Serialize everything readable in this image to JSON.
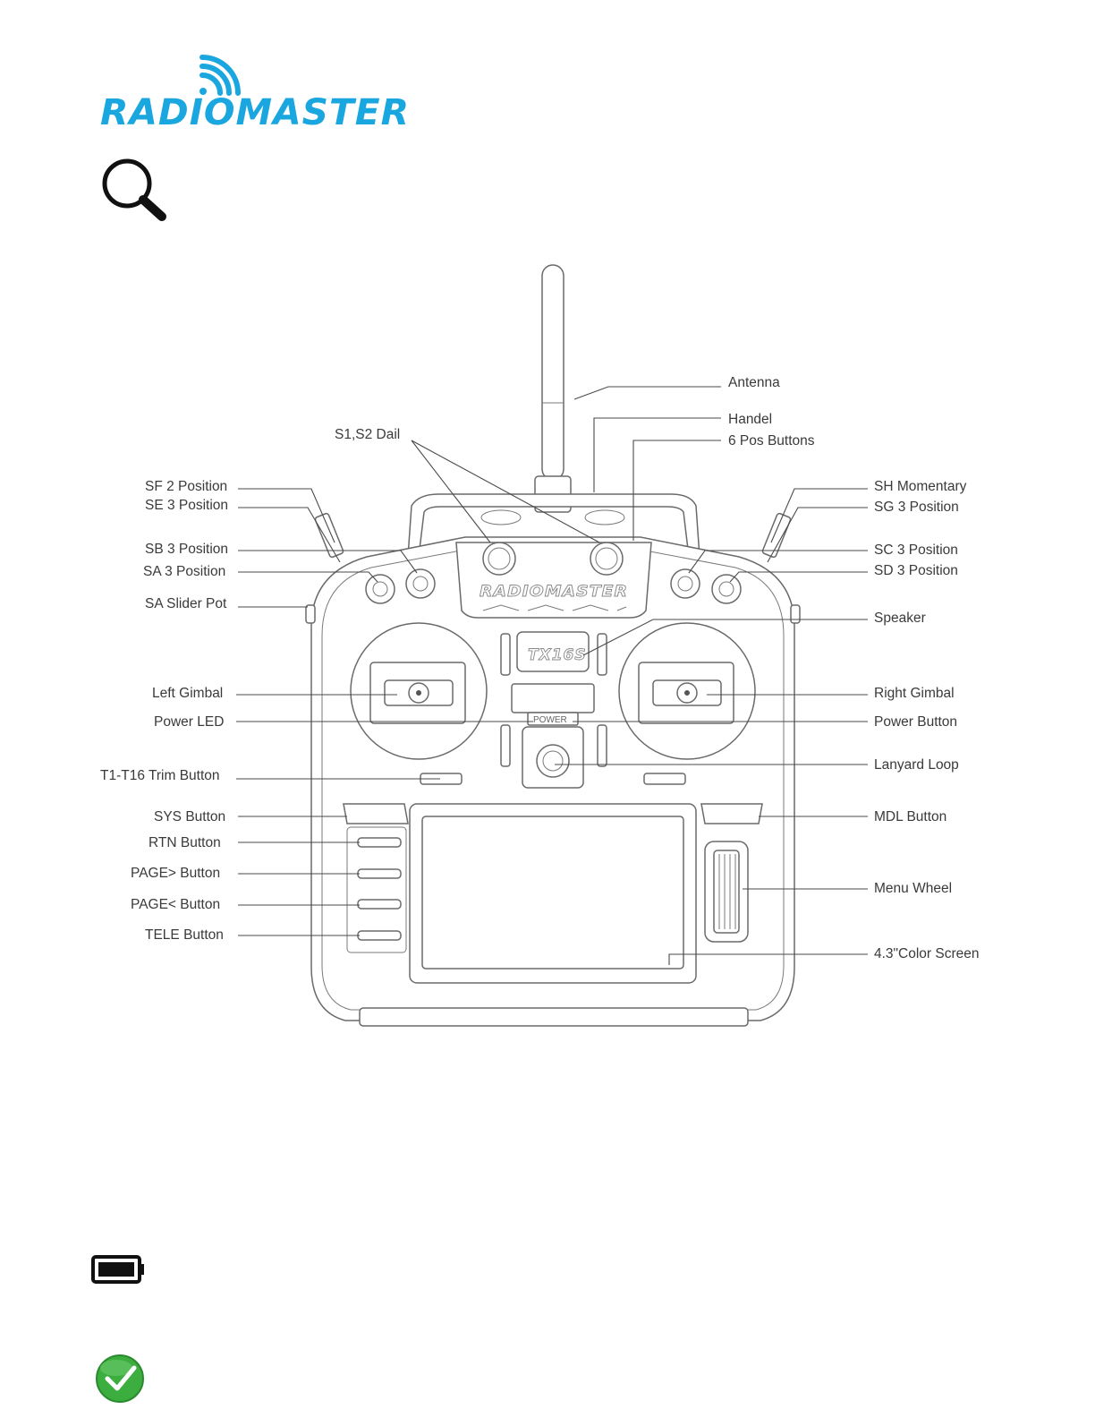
{
  "brand": {
    "logo_text": "RADIOMASTER",
    "device_badge": "TX16S",
    "body_logo": "RADIOMASTER",
    "power_text": "POWER",
    "colors": {
      "logo": "#1aa6df",
      "check": "#3cae3f"
    }
  },
  "icons": [
    "magnifier-icon",
    "battery-icon",
    "check-icon"
  ],
  "labels": {
    "antenna": "Antenna",
    "handle": "Handel",
    "six_pos_buttons": "6 Pos Buttons",
    "dial": "S1,S2 Dail",
    "sf": "SF 2 Position",
    "se": "SE 3 Position",
    "sb": "SB 3 Position",
    "sa": "SA 3 Position",
    "slider": "SA Slider Pot",
    "sh": "SH Momentary",
    "sg": "SG 3 Position",
    "sc": "SC 3 Position",
    "sd": "SD 3 Position",
    "speaker": "Speaker",
    "left_gimbal": "Left Gimbal",
    "right_gimbal": "Right Gimbal",
    "power_led": "Power LED",
    "power_button": "Power Button",
    "lanyard": "Lanyard Loop",
    "trim": "T1-T16 Trim Button",
    "sys": "SYS Button",
    "mdl": "MDL Button",
    "rtn": "RTN Button",
    "page_next": "PAGE> Button",
    "page_prev": "PAGE< Button",
    "tele": "TELE Button",
    "menu_wheel": "Menu Wheel",
    "screen": "4.3\"Color Screen"
  }
}
